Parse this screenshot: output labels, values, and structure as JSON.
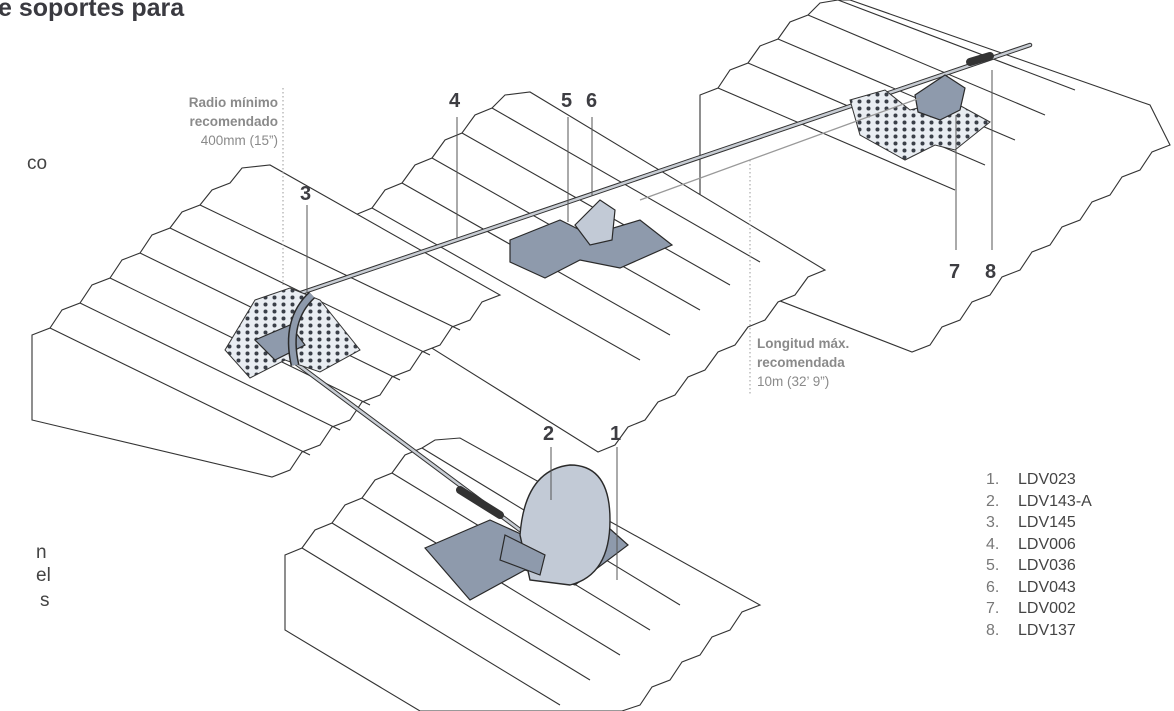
{
  "title": "e soportes para",
  "left_fragments": [
    "co",
    "n",
    "el",
    "s"
  ],
  "callouts": [
    "4",
    "5",
    "6",
    "3",
    "7",
    "8",
    "2",
    "1"
  ],
  "notes": {
    "radius": {
      "line1": "Radio mínimo",
      "line2": "recomendado",
      "line3": "400mm (15”)"
    },
    "length": {
      "line1": "Longitud máx.",
      "line2": "recomendada",
      "line3": "10m (32’ 9”)"
    }
  },
  "parts": [
    {
      "num": "1.",
      "code": "LDV023"
    },
    {
      "num": "2.",
      "code": "LDV143-A"
    },
    {
      "num": "3.",
      "code": "LDV145"
    },
    {
      "num": "4.",
      "code": "LDV006"
    },
    {
      "num": "5.",
      "code": "LDV036"
    },
    {
      "num": "6.",
      "code": "LDV043"
    },
    {
      "num": "7.",
      "code": "LDV002"
    },
    {
      "num": "8.",
      "code": "LDV137"
    }
  ],
  "colors": {
    "bracket": "#8e9aac",
    "bracket_light": "#c2cad6",
    "outline": "#2a2a2a",
    "leader": "#7a7a7a"
  }
}
